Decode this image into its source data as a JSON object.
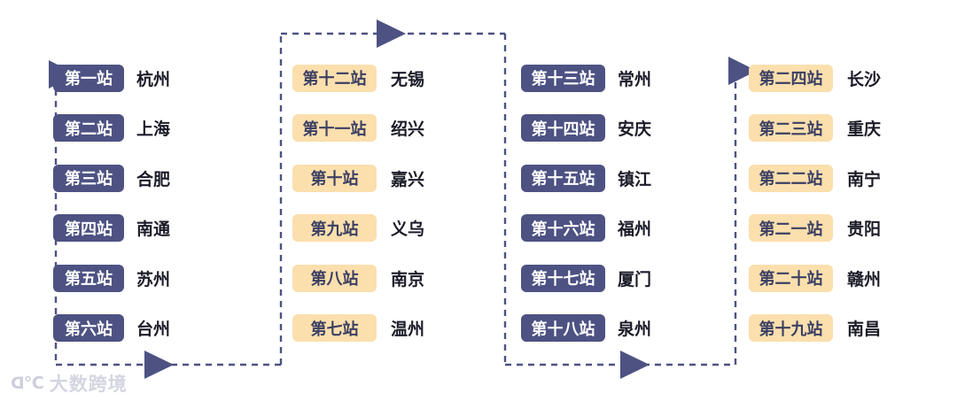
{
  "theme": {
    "navy": "#4d5283",
    "peach": "#fbdfad",
    "text_dark": "#1b1b28",
    "badge_peach_text": "#3b3f63",
    "line": "#4d5283",
    "background": "#ffffff"
  },
  "columns": [
    {
      "id": "column-1",
      "style": "navy",
      "badge_width": "narrow",
      "rows": [
        {
          "badge": "第一站",
          "city": "杭州"
        },
        {
          "badge": "第二站",
          "city": "上海"
        },
        {
          "badge": "第三站",
          "city": "合肥"
        },
        {
          "badge": "第四站",
          "city": "南通"
        },
        {
          "badge": "第五站",
          "city": "苏州"
        },
        {
          "badge": "第六站",
          "city": "台州"
        }
      ]
    },
    {
      "id": "column-2",
      "style": "peach",
      "badge_width": "wide",
      "rows": [
        {
          "badge": "第十二站",
          "city": "无锡"
        },
        {
          "badge": "第十一站",
          "city": "绍兴"
        },
        {
          "badge": "第十站",
          "city": "嘉兴"
        },
        {
          "badge": "第九站",
          "city": "义乌"
        },
        {
          "badge": "第八站",
          "city": "南京"
        },
        {
          "badge": "第七站",
          "city": "温州"
        }
      ]
    },
    {
      "id": "column-3",
      "style": "navy",
      "badge_width": "wide",
      "rows": [
        {
          "badge": "第十三站",
          "city": "常州"
        },
        {
          "badge": "第十四站",
          "city": "安庆"
        },
        {
          "badge": "第十五站",
          "city": "镇江"
        },
        {
          "badge": "第十六站",
          "city": "福州"
        },
        {
          "badge": "第十七站",
          "city": "厦门"
        },
        {
          "badge": "第十八站",
          "city": "泉州"
        }
      ]
    },
    {
      "id": "column-4",
      "style": "peach",
      "badge_width": "wide",
      "rows": [
        {
          "badge": "第二四站",
          "city": "长沙"
        },
        {
          "badge": "第二三站",
          "city": "重庆"
        },
        {
          "badge": "第二二站",
          "city": "南宁"
        },
        {
          "badge": "第二一站",
          "city": "贵阳"
        },
        {
          "badge": "第二十站",
          "city": "赣州"
        },
        {
          "badge": "第十九站",
          "city": "南昌"
        }
      ]
    }
  ],
  "watermark": {
    "mark": "ᗡ℃",
    "text": "大数跨境"
  }
}
